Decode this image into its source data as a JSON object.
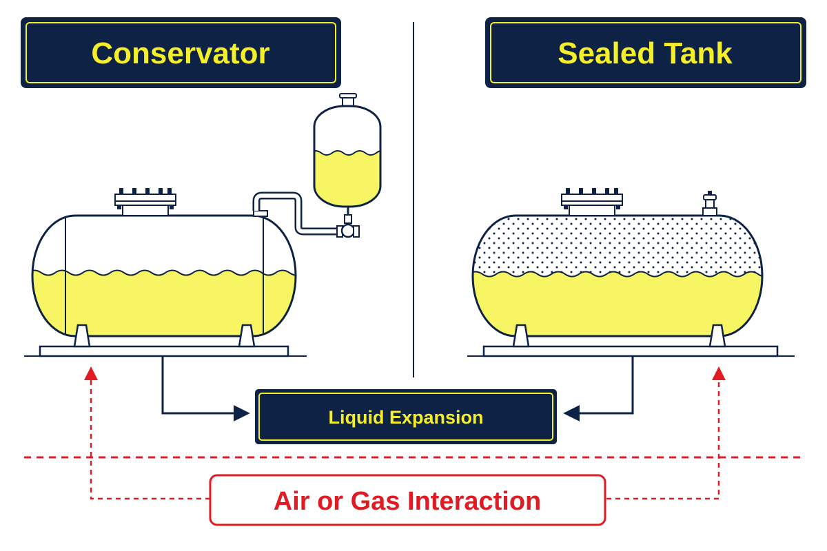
{
  "panels": {
    "left_title": "Conservator",
    "right_title": "Sealed Tank"
  },
  "labels": {
    "liquid_expansion": "Liquid Expansion",
    "air_gas_interaction": "Air or Gas Interaction"
  },
  "colors": {
    "navy": "#0d2244",
    "yellow_fill": "#f7f564",
    "title_text": "#f5ef2a",
    "red": "#e01b24",
    "outline": "#0d2244"
  },
  "icons": {
    "manhole": "manhole-flange-icon",
    "valve": "valve-icon",
    "pressure_valve": "pressure-relief-valve-icon"
  }
}
